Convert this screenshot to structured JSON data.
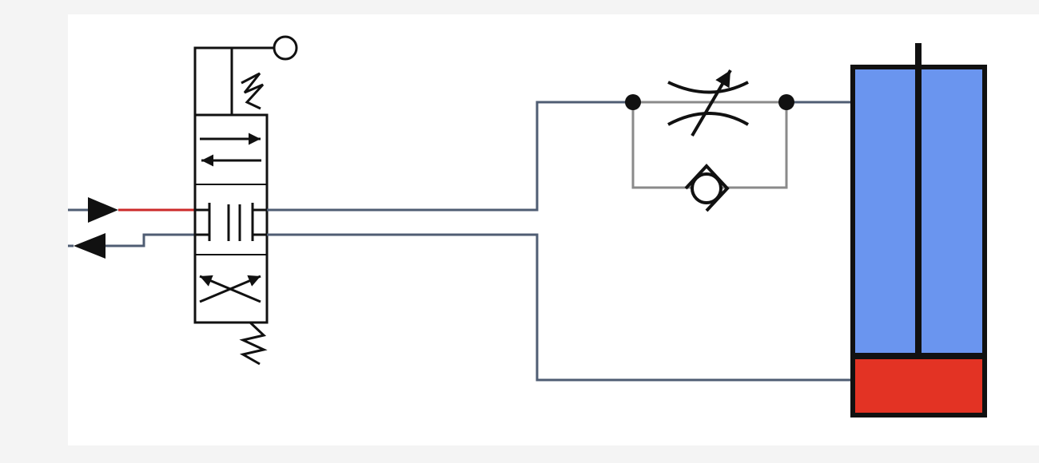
{
  "colors": {
    "line": "#4f5d73",
    "pressure": "#cc2a2a",
    "outline": "#111111",
    "cylinder_blue": "#6a95ef",
    "cylinder_red": "#e33324",
    "component_gray": "#8a8a8a"
  },
  "components": {
    "valve": {
      "icon": "directional-control-valve-4-3",
      "actuator": "manual-lever-with-spring",
      "center_position": "closed-center"
    },
    "flow_control": {
      "icon": "adjustable-throttle-with-check-valve"
    },
    "cylinder": {
      "icon": "double-acting-cylinder",
      "state": "piston-retracted"
    }
  },
  "flow": {
    "pressure_line_state": "pressurized",
    "return_line_state": "unpressurized"
  }
}
